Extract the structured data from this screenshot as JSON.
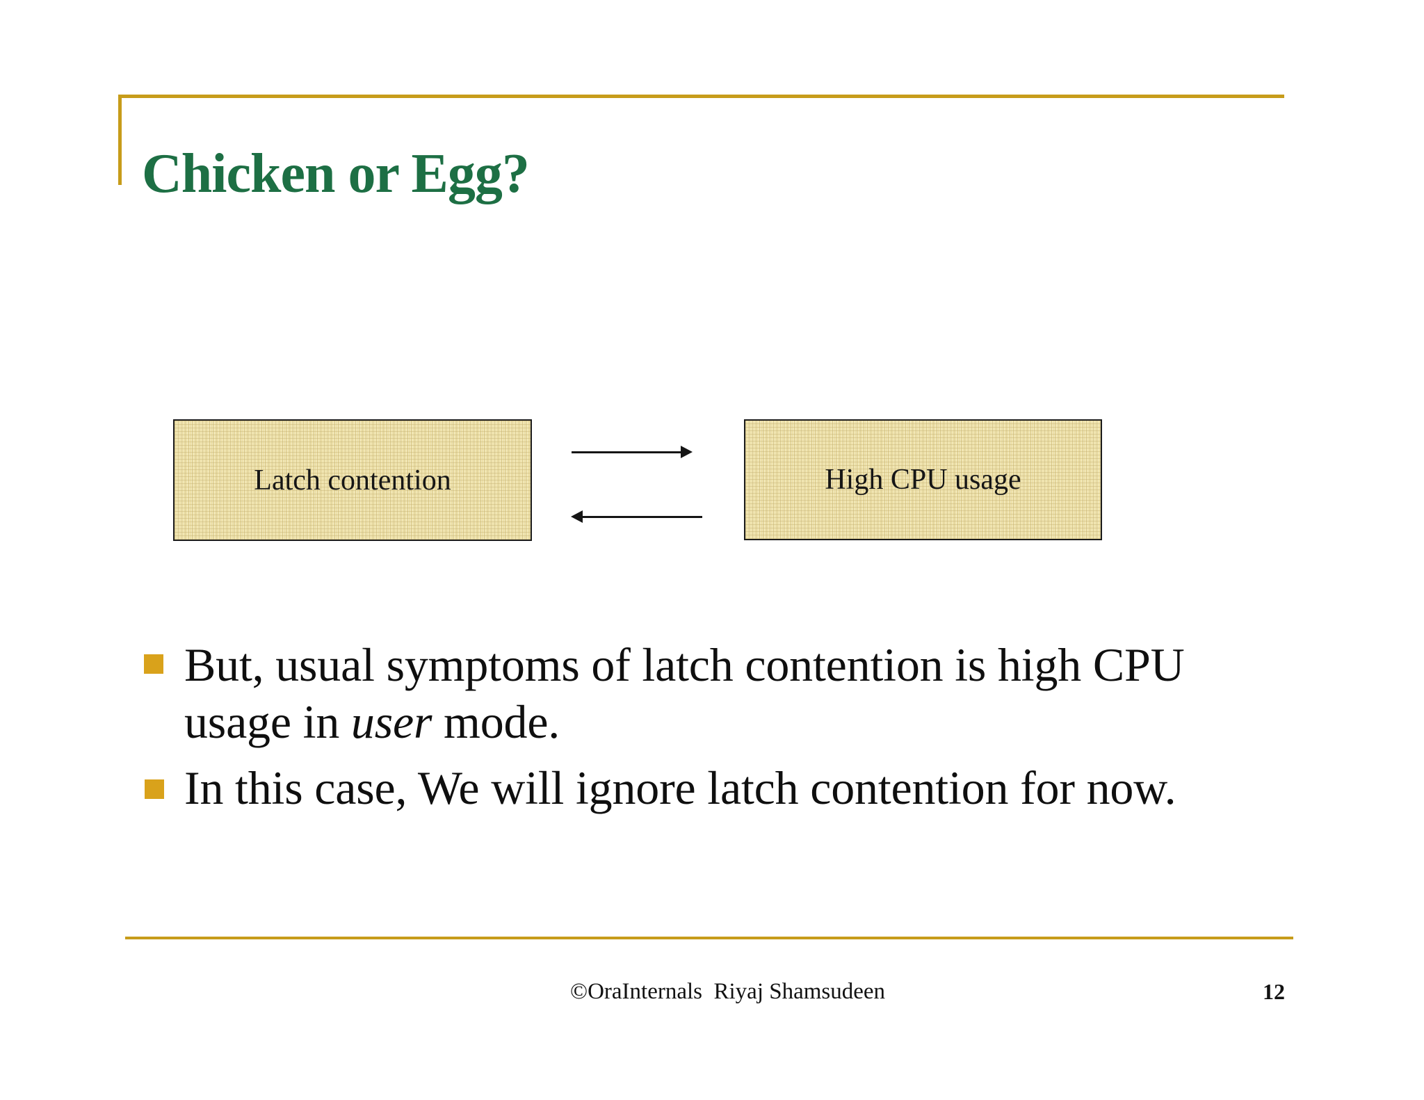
{
  "slide": {
    "title": "Chicken or Egg?",
    "diagram": {
      "box_left_label": "Latch contention",
      "box_right_label": "High CPU usage"
    },
    "bullets": {
      "item1_pre": "But, usual symptoms of latch contention is high CPU usage in ",
      "item1_italic": "user",
      "item1_post": " mode.",
      "item2": "In this case, We will ignore latch contention for now."
    },
    "footer": {
      "credit": "©OraInternals  Riyaj Shamsudeen",
      "page_number": "12"
    },
    "colors": {
      "title_green": "#1d6f44",
      "accent_gold": "#c79c1a",
      "bullet_gold": "#d9a21b",
      "box_fill": "#ede0a7",
      "box_border": "#1c1c1c",
      "arrow_black": "#151515",
      "text_black": "#0f0f0f"
    }
  }
}
